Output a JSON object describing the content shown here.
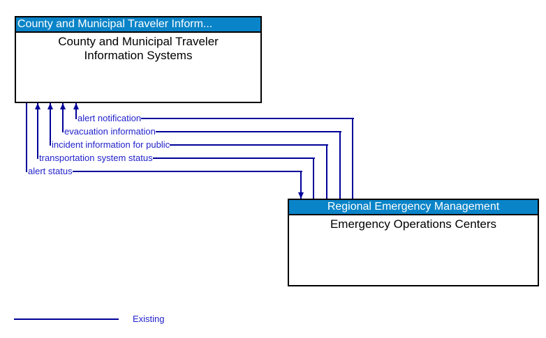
{
  "top_box": {
    "title_bar": "County and Municipal Traveler Inform...",
    "label": "County and Municipal Traveler Information Systems"
  },
  "bottom_box": {
    "title_bar": "Regional Emergency Management",
    "label": "Emergency Operations Centers"
  },
  "flows": [
    {
      "label": "alert notification",
      "direction": "into-top-box"
    },
    {
      "label": "evacuation information",
      "direction": "into-top-box"
    },
    {
      "label": "incident information for public",
      "direction": "into-top-box"
    },
    {
      "label": "transportation system status",
      "direction": "into-top-box"
    },
    {
      "label": "alert status",
      "direction": "into-bottom-box"
    }
  ],
  "legend": {
    "label": "Existing"
  },
  "colors": {
    "title_bar_background": "#0a84c8",
    "title_bar_text": "#ffffff",
    "body_text": "#000000",
    "line": "#000099",
    "flow_label_text": "#2222cc",
    "box_border": "#000000"
  }
}
